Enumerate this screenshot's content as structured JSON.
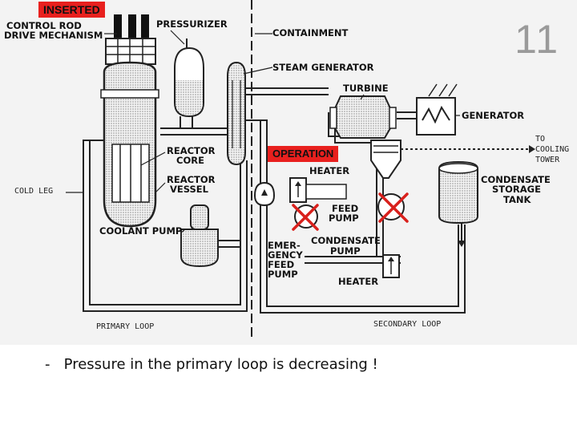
{
  "slide": {
    "page_number": "11",
    "bullet_marker": "-",
    "bullet_text": "Pressure in the primary loop is decreasing !"
  },
  "tags": {
    "inserted": "INSERTED",
    "operation": "OPERATION"
  },
  "diagram_labels": {
    "control_rod_1": "CONTROL ROD",
    "control_rod_2": "DRIVE MECHANISM",
    "pressurizer": "PRESSURIZER",
    "containment": "CONTAINMENT",
    "steam_generator": "STEAM GENERATOR",
    "turbine": "TURBINE",
    "generator": "GENERATOR",
    "cooling_1": "TO",
    "cooling_2": "COOLING",
    "cooling_3": "TOWER",
    "reactor_core_1": "REACTOR",
    "reactor_core_2": "CORE",
    "reactor_vessel_1": "REACTOR",
    "reactor_vessel_2": "VESSEL",
    "heater_top": "HEATER",
    "condensate_storage_1": "CONDENSATE",
    "condensate_storage_2": "STORAGE",
    "condensate_storage_3": "TANK",
    "cold_leg": "COLD LEG",
    "feed_pump_1": "FEED",
    "feed_pump_2": "PUMP",
    "coolant_pump": "COOLANT PUMP",
    "emergency_1": "EMER-",
    "emergency_2": "GENCY",
    "emergency_3": "FEED",
    "emergency_4": "PUMP",
    "condensate_pump_1": "CONDENSATE",
    "condensate_pump_2": "PUMP",
    "heater_bottom": "HEATER",
    "primary_loop": "PRIMARY LOOP",
    "secondary_loop": "SECONDARY LOOP"
  },
  "colors": {
    "tag_background": "#e8201e",
    "failure_mark": "#d9201c",
    "page_number": "#9a9a9a"
  }
}
